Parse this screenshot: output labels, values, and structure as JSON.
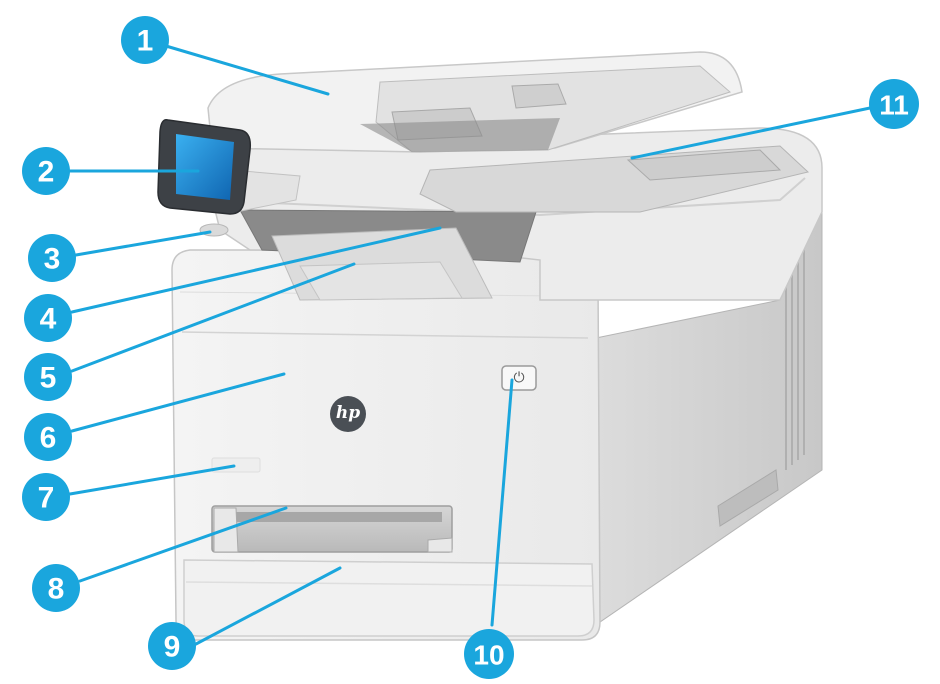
{
  "logo": {
    "text": "hp"
  },
  "power_button": {
    "symbol": "⏻"
  },
  "colors": {
    "callout": "#1aa6dd",
    "leader": "#1aa6dd",
    "logo_badge": "#4a4f55",
    "screen": "#1e8ed6",
    "bezel": "#3d4146"
  },
  "callouts": [
    {
      "id": "1",
      "label": "1"
    },
    {
      "id": "2",
      "label": "2"
    },
    {
      "id": "3",
      "label": "3"
    },
    {
      "id": "4",
      "label": "4"
    },
    {
      "id": "5",
      "label": "5"
    },
    {
      "id": "6",
      "label": "6"
    },
    {
      "id": "7",
      "label": "7"
    },
    {
      "id": "8",
      "label": "8"
    },
    {
      "id": "9",
      "label": "9"
    },
    {
      "id": "10",
      "label": "10"
    },
    {
      "id": "11",
      "label": "11"
    }
  ]
}
